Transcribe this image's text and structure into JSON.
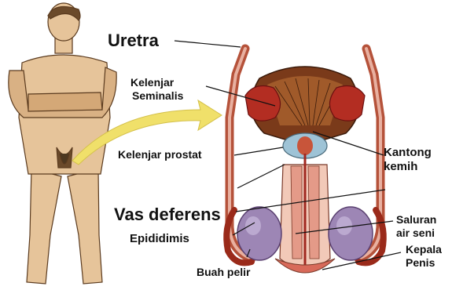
{
  "labels": {
    "uretra": "Uretra",
    "kelenjar_seminalis_1": "Kelenjar",
    "kelenjar_seminalis_2": "Seminalis",
    "kelenjar_prostat": "Kelenjar prostat",
    "kantong_kemih_1": "Kantong",
    "kantong_kemih_2": "kemih",
    "vas_deferens": "Vas deferens",
    "epididimis": "Epididimis",
    "saluran_air_seni_1": "Saluran",
    "saluran_air_seni_2": "air seni",
    "kepala_penis_1": "Kepala",
    "kepala_penis_2": "Penis",
    "buah_pelir": "Buah pelir"
  },
  "colors": {
    "skin": "#e6c49a",
    "skin_shade": "#c99b6c",
    "tube": "#b5523a",
    "gland": "#b32d22",
    "bladder": "#7a3a1a",
    "testis": "#9d86b5",
    "prostate": "#9ec3d6",
    "arrow": "#f0e06a"
  },
  "icons": {
    "arrow": "pointer-arrow-icon"
  }
}
